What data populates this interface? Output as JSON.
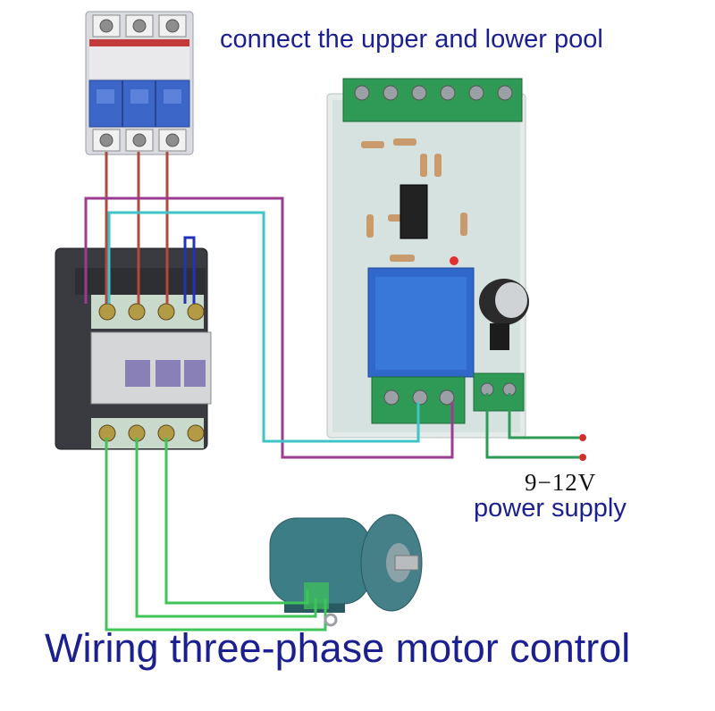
{
  "captions": {
    "top": "connect the upper and  lower pool",
    "voltage": "9−12V",
    "power": "power supply",
    "bottom": "Wiring three-phase motor control"
  },
  "colors": {
    "caption_text": "#1b1f8f",
    "wire_red": "#b5473f",
    "wire_purple": "#9b3d8f",
    "wire_cyan": "#3fc4c8",
    "wire_green": "#3fc45a",
    "wire_blue": "#2233bb",
    "breaker_body": "#d9dbe1",
    "breaker_blue": "#3d66c9",
    "contactor_body": "#3a3b40",
    "board_green": "#2f9a55",
    "relay_blue": "#2f68c8",
    "motor_teal": "#3d7d86"
  }
}
